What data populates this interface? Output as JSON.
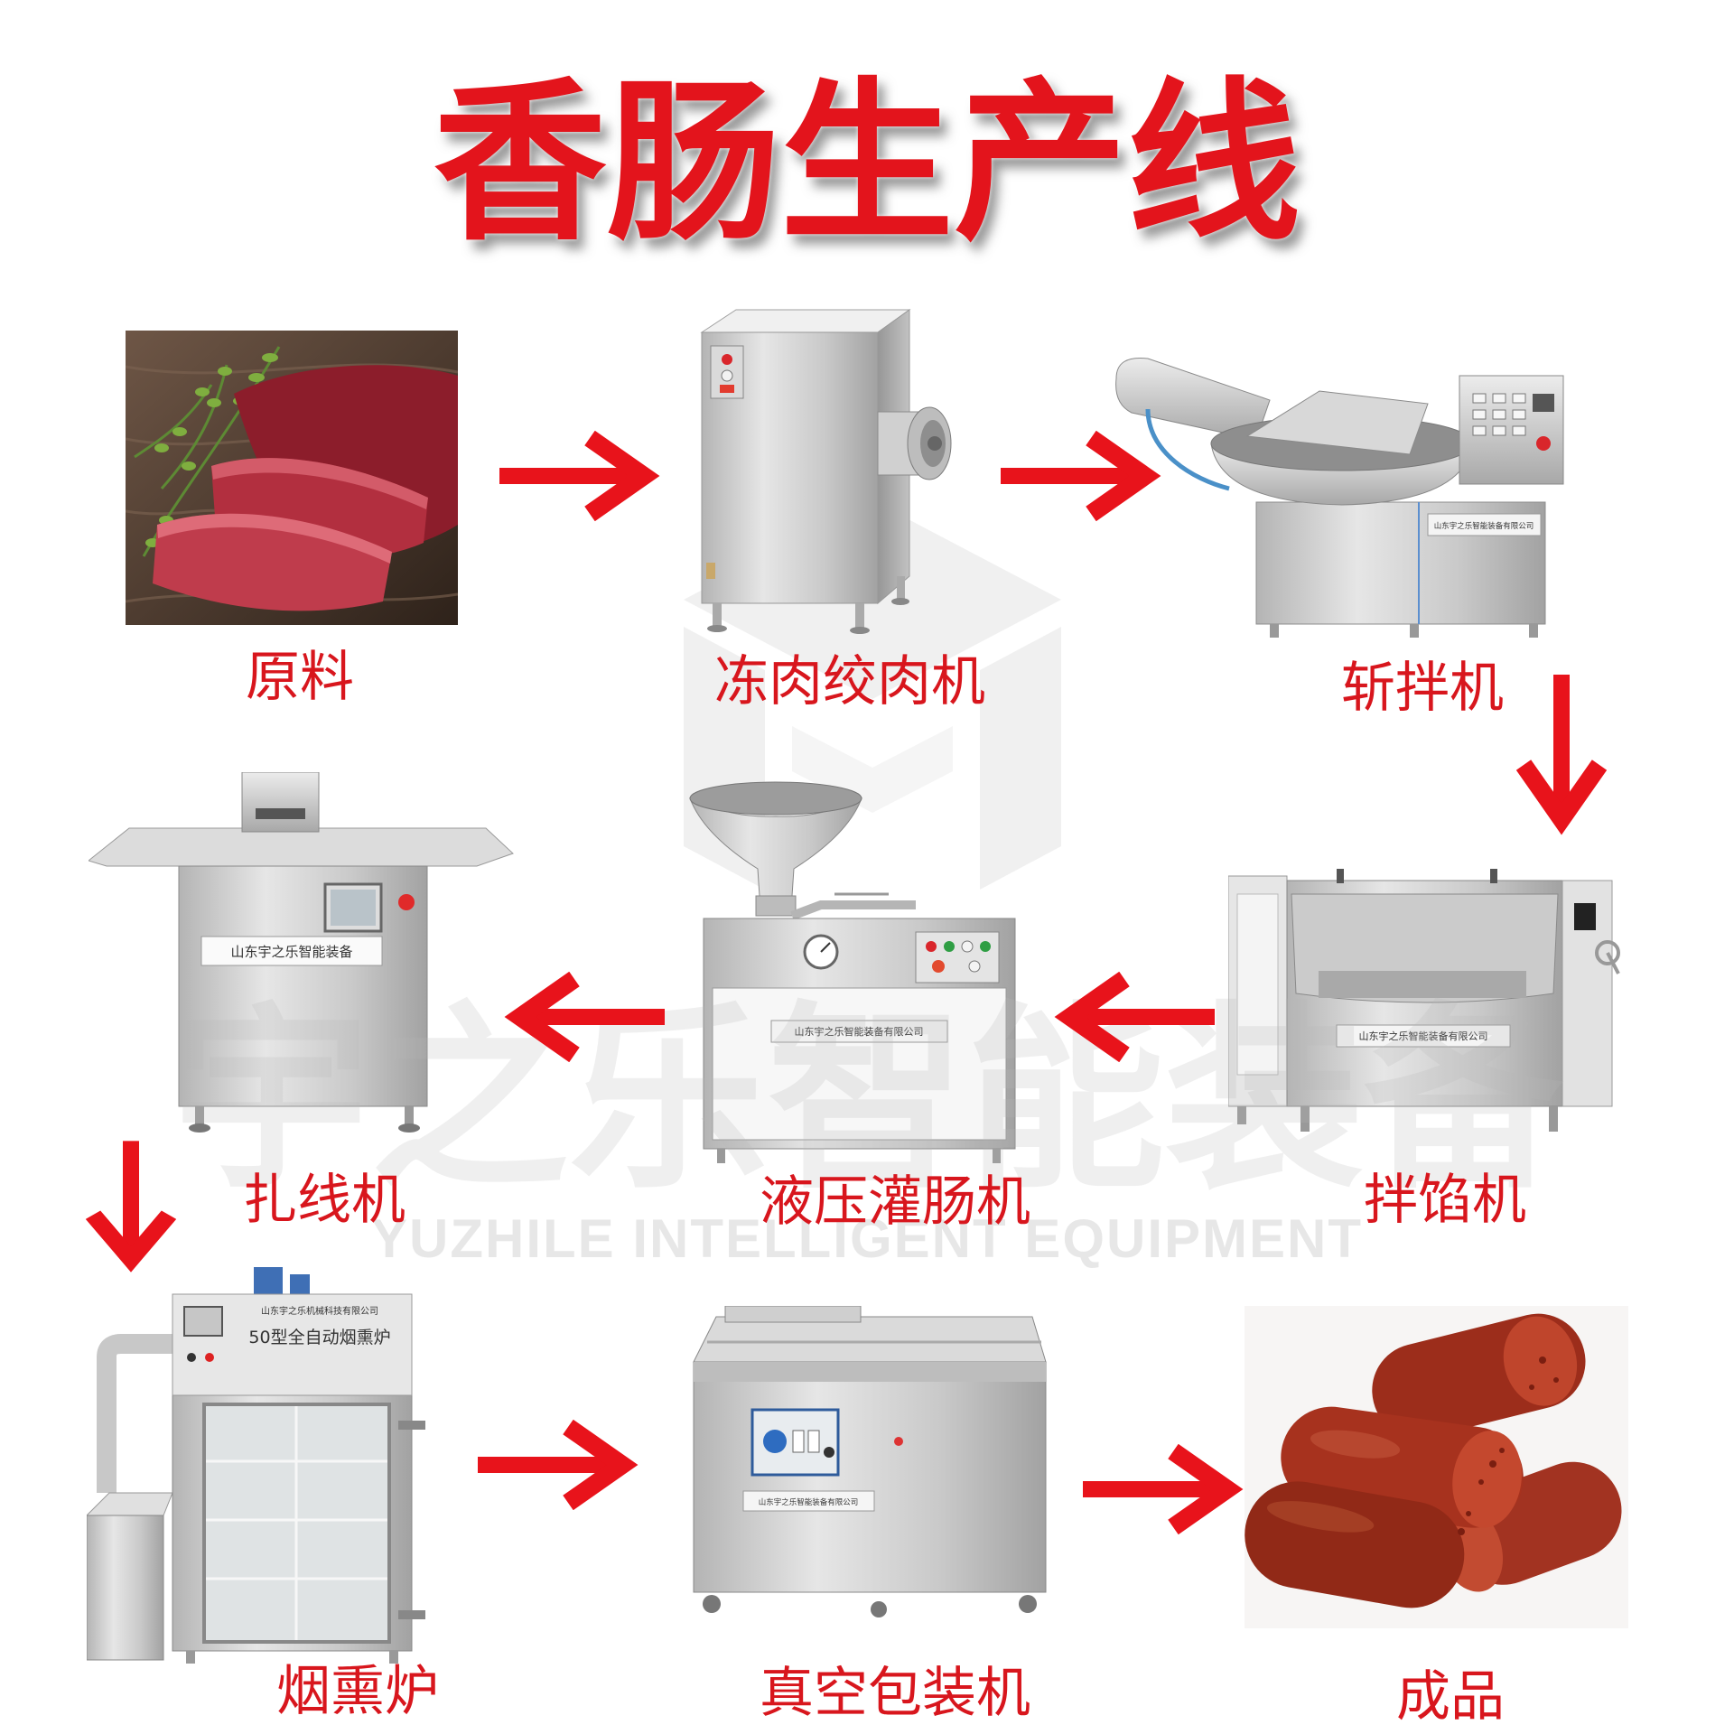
{
  "title": "香肠生产线",
  "steps": [
    {
      "label": "原料",
      "image": "raw-meat-photo"
    },
    {
      "label": "冻肉绞肉机",
      "image": "frozen-meat-grinder-photo"
    },
    {
      "label": "斩拌机",
      "image": "bowl-chopper-photo"
    },
    {
      "label": "拌馅机",
      "image": "stuffing-mixer-photo"
    },
    {
      "label": "液压灌肠机",
      "image": "hydraulic-sausage-filler-photo"
    },
    {
      "label": "扎线机",
      "image": "sausage-tying-machine-photo"
    },
    {
      "label": "烟熏炉",
      "image": "smoke-oven-photo"
    },
    {
      "label": "真空包装机",
      "image": "vacuum-packing-machine-photo"
    },
    {
      "label": "成品",
      "image": "finished-sausage-photo"
    }
  ],
  "flow": [
    [
      0,
      1
    ],
    [
      1,
      2
    ],
    [
      2,
      3
    ],
    [
      3,
      4
    ],
    [
      4,
      5
    ],
    [
      5,
      6
    ],
    [
      6,
      7
    ],
    [
      7,
      8
    ]
  ],
  "nameplates": {
    "company": "山东宇之乐智能装备有限公司",
    "company_short": "山东宇之乐智能装备",
    "smoker_company": "山东宇之乐机械科技有限公司",
    "smoker_model": "50型全自动烟熏炉"
  },
  "watermark": {
    "cn": "宇之乐智能装备",
    "en": "YUZHILE INTELLIGENT EQUIPMENT"
  },
  "colors": {
    "title": "#e3141c",
    "label": "#d8161d",
    "arrow": "#e8131b",
    "watermark": "#b8b8b8"
  }
}
